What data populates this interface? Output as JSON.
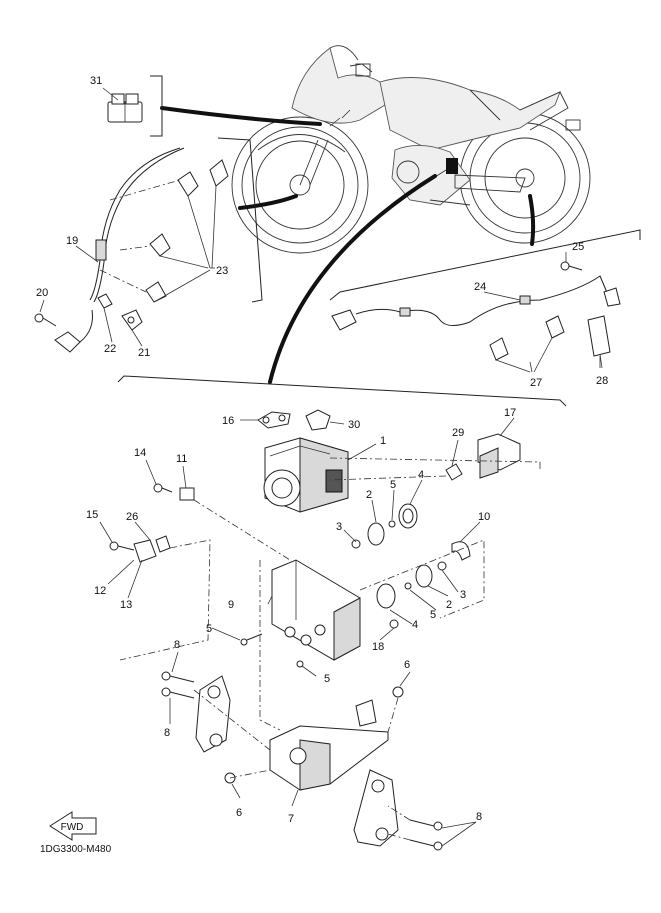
{
  "diagram": {
    "code": "1DG3300-M480",
    "fwd_label": "FWD",
    "callouts": [
      {
        "id": "c31",
        "text": "31"
      },
      {
        "id": "c19",
        "text": "19"
      },
      {
        "id": "c20",
        "text": "20"
      },
      {
        "id": "c22",
        "text": "22"
      },
      {
        "id": "c21",
        "text": "21"
      },
      {
        "id": "c23",
        "text": "23"
      },
      {
        "id": "c25",
        "text": "25"
      },
      {
        "id": "c24",
        "text": "24"
      },
      {
        "id": "c27",
        "text": "27"
      },
      {
        "id": "c28",
        "text": "28"
      },
      {
        "id": "c16",
        "text": "16"
      },
      {
        "id": "c30",
        "text": "30"
      },
      {
        "id": "c1",
        "text": "1"
      },
      {
        "id": "c29",
        "text": "29"
      },
      {
        "id": "c17",
        "text": "17"
      },
      {
        "id": "c14",
        "text": "14"
      },
      {
        "id": "c11",
        "text": "11"
      },
      {
        "id": "c4a",
        "text": "4"
      },
      {
        "id": "c5a",
        "text": "5"
      },
      {
        "id": "c2a",
        "text": "2"
      },
      {
        "id": "c15",
        "text": "15"
      },
      {
        "id": "c26",
        "text": "26"
      },
      {
        "id": "c3a",
        "text": "3"
      },
      {
        "id": "c10",
        "text": "10"
      },
      {
        "id": "c12",
        "text": "12"
      },
      {
        "id": "c13",
        "text": "13"
      },
      {
        "id": "c3b",
        "text": "3"
      },
      {
        "id": "c9",
        "text": "9"
      },
      {
        "id": "c2b",
        "text": "2"
      },
      {
        "id": "c5b",
        "text": "5"
      },
      {
        "id": "c4b",
        "text": "4"
      },
      {
        "id": "c5c",
        "text": "5"
      },
      {
        "id": "c18",
        "text": "18"
      },
      {
        "id": "c5d",
        "text": "5"
      },
      {
        "id": "c8a",
        "text": "8"
      },
      {
        "id": "c6a",
        "text": "6"
      },
      {
        "id": "c8b",
        "text": "8"
      },
      {
        "id": "c6b",
        "text": "6"
      },
      {
        "id": "c7",
        "text": "7"
      },
      {
        "id": "c8c",
        "text": "8"
      }
    ]
  }
}
